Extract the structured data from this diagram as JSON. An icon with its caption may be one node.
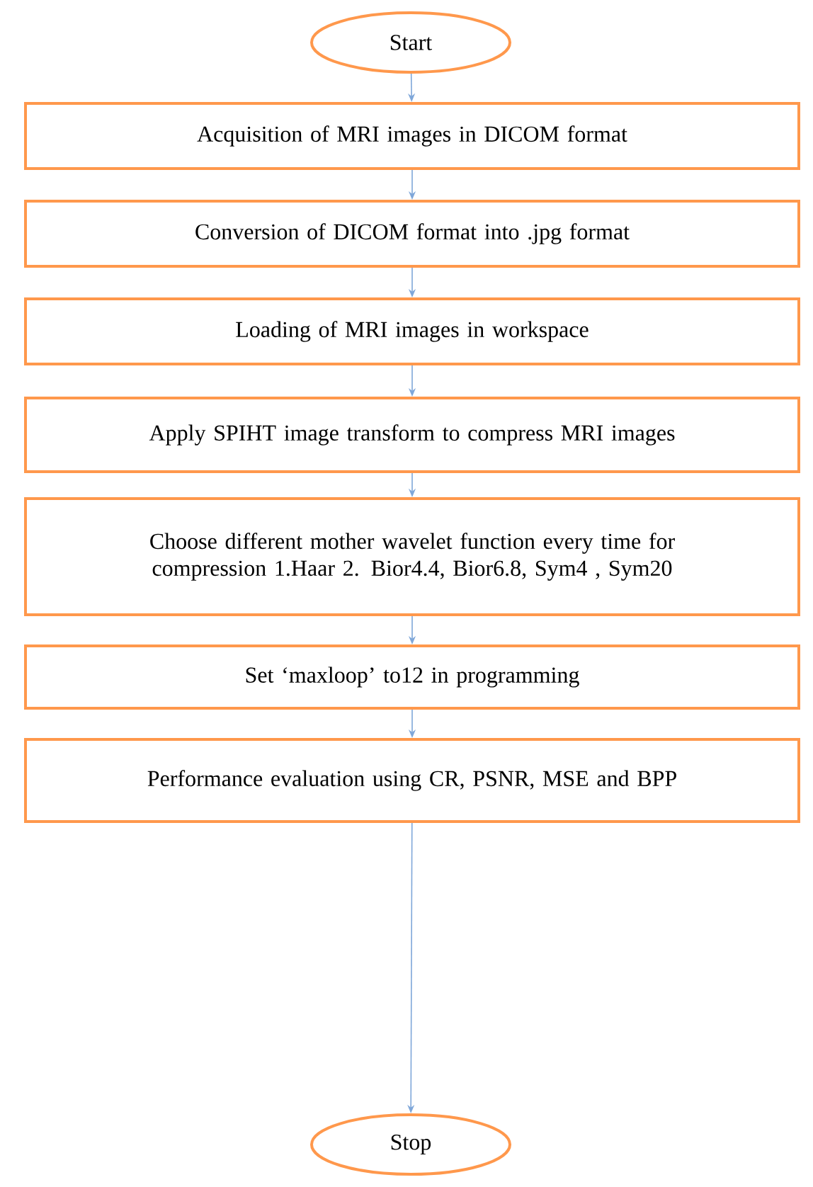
{
  "diagram": {
    "nodes": [
      {
        "text": [
          "Start"
        ]
      },
      {
        "text": [
          "Acquisition of MRI images in DICOM format"
        ]
      },
      {
        "text": [
          "Conversion of DICOM format into .jpg format"
        ]
      },
      {
        "text": [
          "Loading of MRI images in workspace"
        ]
      },
      {
        "text": [
          "Apply SPIHT image transform to compress MRI images"
        ]
      },
      {
        "text": [
          "Choose different mother wavelet function every time for compression 1.Haar 2. Bior4.4, Bior6.8, Sym4 , Sym20"
        ]
      },
      {
        "text": [
          "Set ‘maxloop’ to12 in programming"
        ]
      },
      {
        "text": [
          "Performance evaluation using CR, PSNR, MSE and BPP"
        ]
      },
      {
        "text": [
          "Stop"
        ]
      }
    ],
    "edges": [
      {
        "from": 0,
        "to": 1,
        "arrow": "to"
      },
      {
        "from": 1,
        "to": 2,
        "arrow": "to"
      },
      {
        "from": 2,
        "to": 3,
        "arrow": "to"
      },
      {
        "from": 3,
        "to": 4,
        "arrow": "to"
      },
      {
        "from": 4,
        "to": 5,
        "arrow": "to"
      },
      {
        "from": 5,
        "to": 6,
        "arrow": "to"
      },
      {
        "from": 6,
        "to": 7,
        "arrow": "to"
      },
      {
        "from": 7,
        "to": 8,
        "arrow": "to"
      }
    ]
  }
}
